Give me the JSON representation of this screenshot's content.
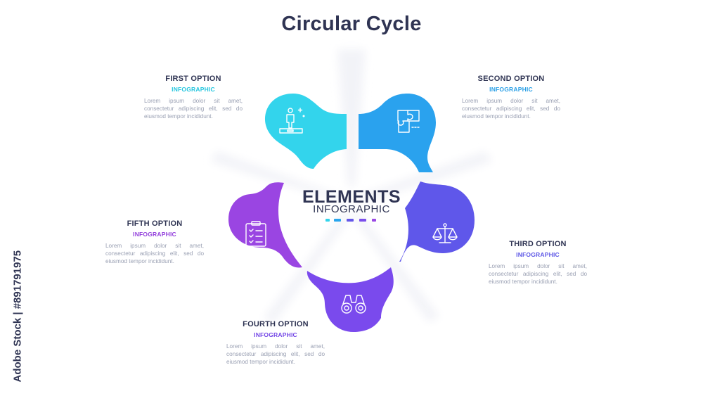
{
  "title": "Circular Cycle",
  "center": {
    "title": "ELEMENTS",
    "subtitle": "INFOGRAPHIC"
  },
  "accent_colors": [
    "#33d4ec",
    "#29a6ee",
    "#6558e9",
    "#7b4eeb",
    "#9a49e4"
  ],
  "options": [
    {
      "name": "FIRST OPTION",
      "sub": "INFOGRAPHIC",
      "sub_color": "#25c6df",
      "desc": "Lorem ipsum dolor sit amet, consectetur adipiscing elit, sed do eiusmod tempor incididunt.",
      "icon": "person-on-podium-icon",
      "petal_color": "#33d4ec"
    },
    {
      "name": "SECOND OPTION",
      "sub": "INFOGRAPHIC",
      "sub_color": "#299fe6",
      "desc": "Lorem ipsum dolor sit amet, consectetur adipiscing elit, sed do eiusmod tempor incididunt.",
      "icon": "puzzle-icon",
      "petal_color": "#2aa2ee"
    },
    {
      "name": "THIRD OPTION",
      "sub": "INFOGRAPHIC",
      "sub_color": "#5d57e6",
      "desc": "Lorem ipsum dolor sit amet, consectetur adipiscing elit, sed do eiusmod tempor incididunt.",
      "icon": "balance-scale-icon",
      "petal_color": "#5f57ea"
    },
    {
      "name": "FOURTH OPTION",
      "sub": "INFOGRAPHIC",
      "sub_color": "#7346e6",
      "desc": "Lorem ipsum dolor sit amet, consectetur adipiscing elit, sed do eiusmod tempor incididunt.",
      "icon": "binoculars-icon",
      "petal_color": "#7a4aed"
    },
    {
      "name": "FIFTH OPTION",
      "sub": "INFOGRAPHIC",
      "sub_color": "#9340dc",
      "desc": "Lorem ipsum dolor sit amet, consectetur adipiscing elit, sed do eiusmod tempor incididunt.",
      "icon": "clipboard-checklist-icon",
      "petal_color": "#9a45e2"
    }
  ],
  "watermark": "Adobe Stock | #891791975"
}
